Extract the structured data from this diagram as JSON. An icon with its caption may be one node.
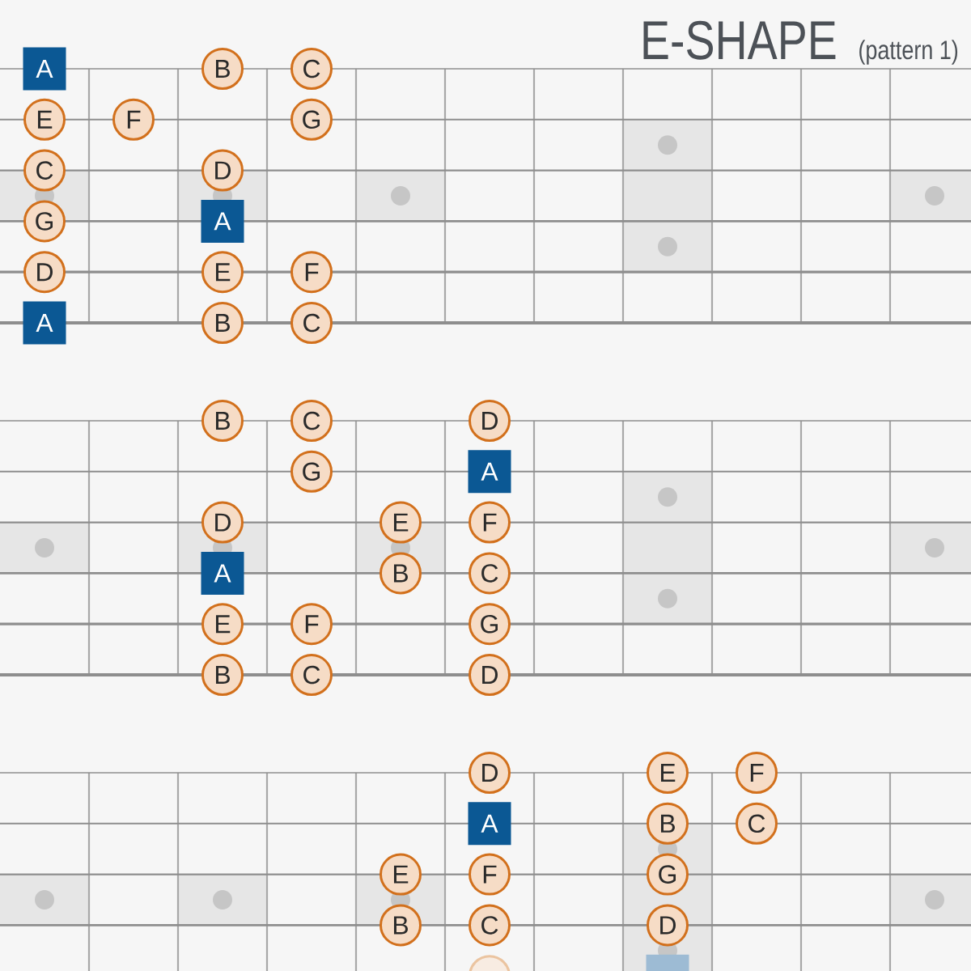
{
  "diagram": {
    "title": "E-SHAPE",
    "nodes": [
      {
        "text": [
          "A"
        ]
      },
      {
        "text": [
          "B"
        ]
      },
      {
        "text": [
          "C"
        ]
      },
      {
        "text": [
          "E"
        ]
      },
      {
        "text": [
          "F"
        ]
      },
      {
        "text": [
          "G"
        ]
      },
      {
        "text": [
          "C"
        ]
      },
      {
        "text": [
          "D"
        ]
      },
      {
        "text": [
          "G"
        ]
      },
      {
        "text": [
          "A"
        ]
      },
      {
        "text": [
          "D"
        ]
      },
      {
        "text": [
          "E"
        ]
      },
      {
        "text": [
          "F"
        ]
      },
      {
        "text": [
          "A"
        ]
      },
      {
        "text": [
          "B"
        ]
      },
      {
        "text": [
          "C"
        ]
      },
      {
        "text": [
          "B"
        ]
      },
      {
        "text": [
          "C"
        ]
      },
      {
        "text": [
          "D"
        ]
      },
      {
        "text": [
          "G"
        ]
      },
      {
        "text": [
          "A"
        ]
      },
      {
        "text": [
          "D"
        ]
      },
      {
        "text": [
          "E"
        ]
      },
      {
        "text": [
          "F"
        ]
      },
      {
        "text": [
          "A"
        ]
      },
      {
        "text": [
          "B"
        ]
      },
      {
        "text": [
          "C"
        ]
      },
      {
        "text": [
          "E"
        ]
      },
      {
        "text": [
          "F"
        ]
      },
      {
        "text": [
          "G"
        ]
      },
      {
        "text": [
          "B"
        ]
      },
      {
        "text": [
          "C"
        ]
      },
      {
        "text": [
          "D"
        ]
      },
      {
        "text": [
          "D"
        ]
      },
      {
        "text": [
          "E"
        ]
      },
      {
        "text": [
          "F"
        ]
      },
      {
        "text": [
          "A"
        ]
      },
      {
        "text": [
          "B"
        ]
      },
      {
        "text": [
          "C"
        ]
      },
      {
        "text": [
          "E"
        ]
      },
      {
        "text": [
          "F"
        ]
      },
      {
        "text": [
          "G"
        ]
      },
      {
        "text": [
          "B"
        ]
      },
      {
        "text": [
          "C"
        ]
      },
      {
        "text": [
          "D"
        ]
      },
      {
        "text": [],
        "shape": "circle"
      },
      {
        "text": [],
        "shape": "box"
      }
    ],
    "labels": [
      "(pattern 1)"
    ]
  }
}
